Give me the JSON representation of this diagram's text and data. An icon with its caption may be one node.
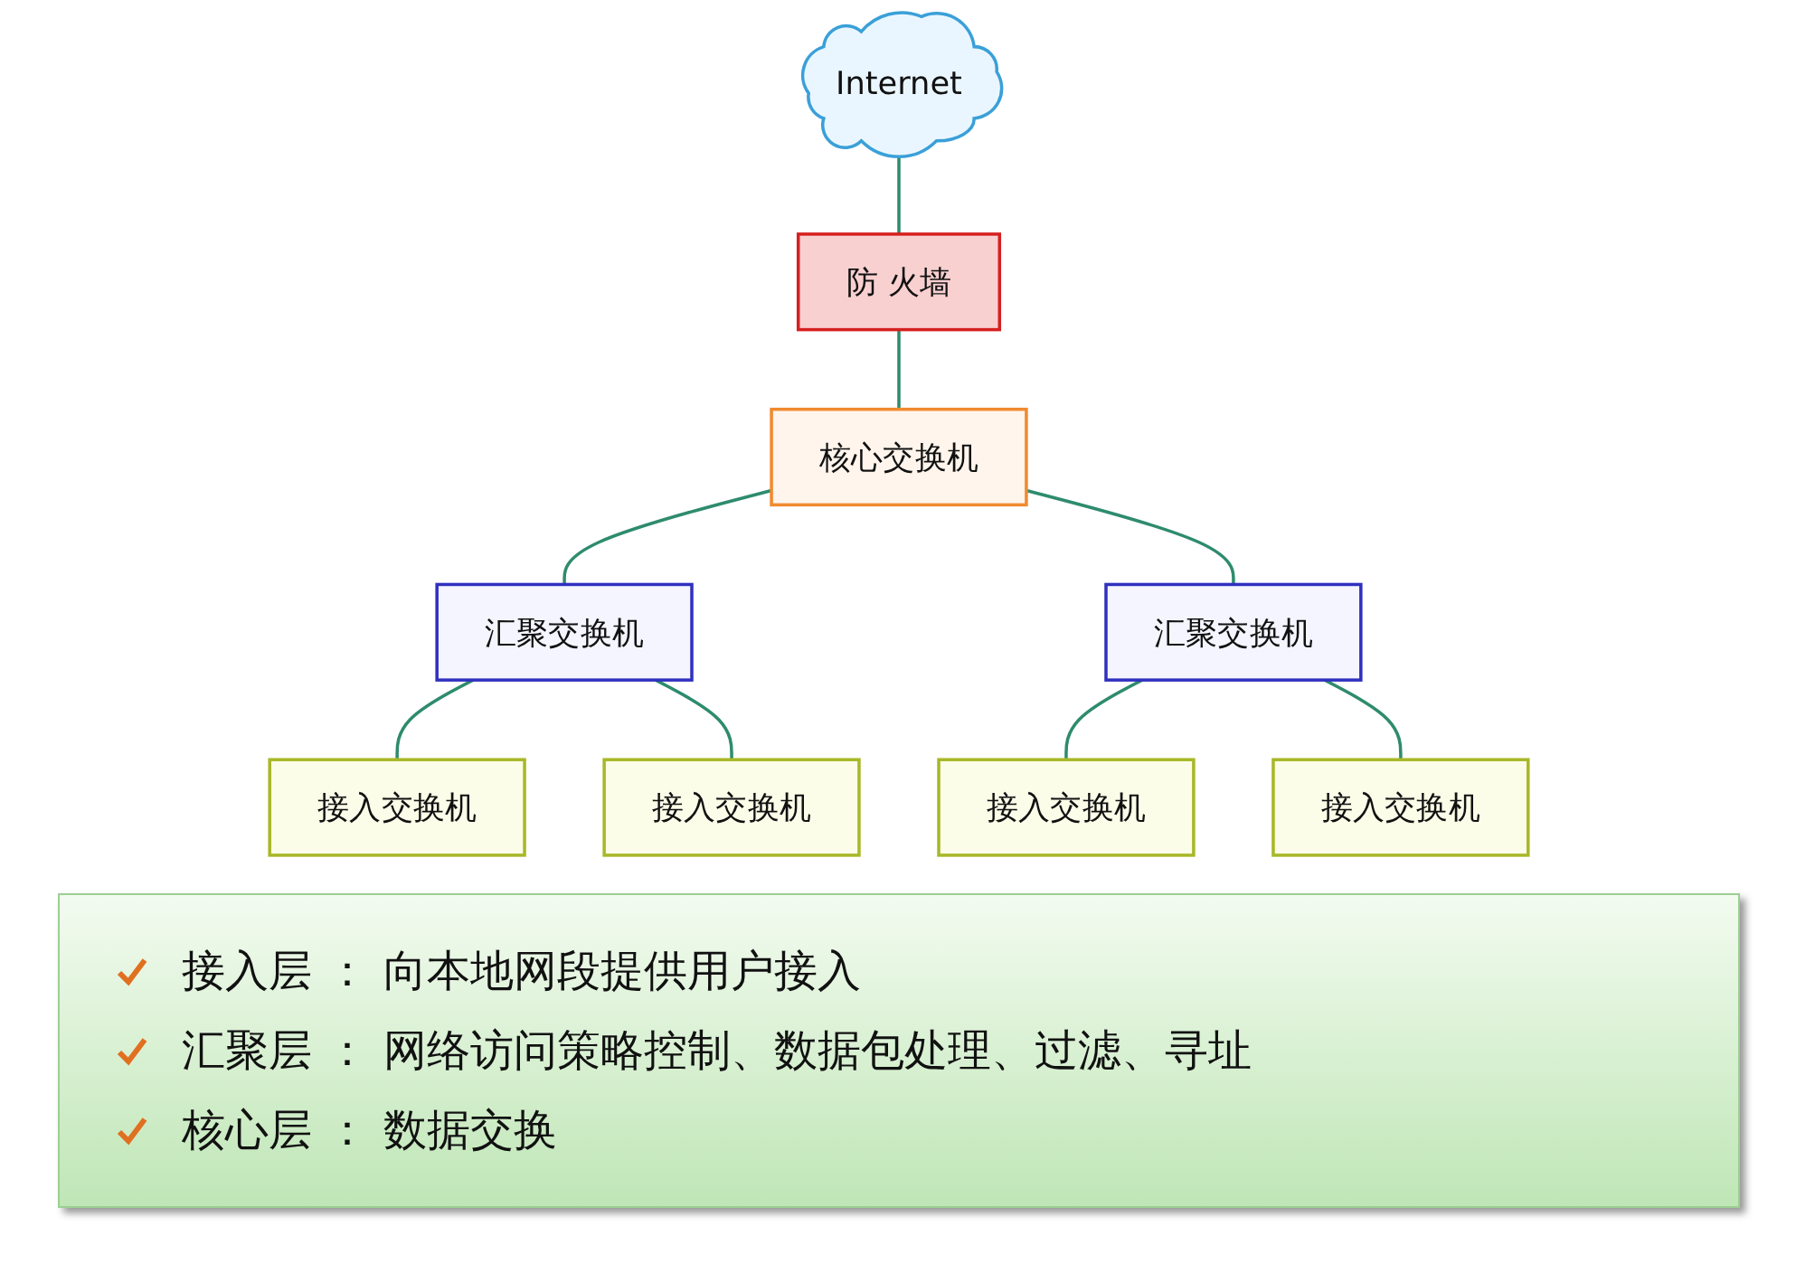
{
  "diagram": {
    "nodes": [
      {
        "text": [
          "Internet"
        ]
      },
      {
        "text": [
          "防 火墙"
        ]
      },
      {
        "text": [
          "核心交换机"
        ]
      },
      {
        "text": [
          "汇聚交换机"
        ]
      },
      {
        "text": [
          "汇聚交换机"
        ]
      },
      {
        "text": [
          "接入交换机"
        ]
      },
      {
        "text": [
          "接入交换机"
        ]
      },
      {
        "text": [
          "接入交换机"
        ]
      },
      {
        "text": [
          "接入交换机"
        ]
      }
    ],
    "edges": [
      {
        "from": 0,
        "to": 1,
        "arrow": "none"
      },
      {
        "from": 1,
        "to": 2,
        "arrow": "none"
      },
      {
        "from": 2,
        "to": 3,
        "arrow": "none"
      },
      {
        "from": 2,
        "to": 4,
        "arrow": "none"
      },
      {
        "from": 3,
        "to": 5,
        "arrow": "none"
      },
      {
        "from": 3,
        "to": 6,
        "arrow": "none"
      },
      {
        "from": 4,
        "to": 7,
        "arrow": "none"
      },
      {
        "from": 4,
        "to": 8,
        "arrow": "none"
      }
    ],
    "labels": [
      "接入层 ： 向本地网段提供用户接入",
      "汇聚层 ： 网络访问策略控制、数据包处理、过滤、寻址",
      "核心层 ： 数据交换"
    ]
  }
}
